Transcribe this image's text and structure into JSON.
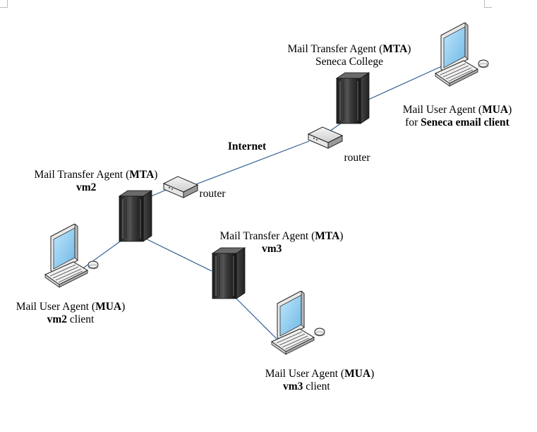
{
  "colors": {
    "link": "#2f5f93",
    "server_dark": "#2b2b2b",
    "screen": "#8fcdf0"
  },
  "labels": {
    "mta_seneca": {
      "pre": "Mail Transfer Agent (",
      "bold": "MTA",
      "post": ")",
      "line2": "Seneca College"
    },
    "mua_seneca": {
      "pre": "Mail User Agent (",
      "bold": "MUA",
      "post": ")",
      "line2_pre": "for ",
      "line2_bold": "Seneca email client"
    },
    "internet": "Internet",
    "router_top": "router",
    "router_left": "router",
    "mta_vm2": {
      "pre": "Mail Transfer Agent (",
      "bold": "MTA",
      "post": ")",
      "line2_bold": "vm2"
    },
    "mta_vm3": {
      "pre": "Mail Transfer Agent (",
      "bold": "MTA",
      "post": ")",
      "line2_bold": "vm3"
    },
    "mua_vm2": {
      "pre": "Mail User Agent (",
      "bold": "MUA",
      "post": ")",
      "line2_bold": "vm2",
      "line2_post": " client"
    },
    "mua_vm3": {
      "pre": "Mail User Agent (",
      "bold": "MUA",
      "post": ")",
      "line2_bold": "vm3",
      "line2_post": " client"
    }
  },
  "icons": {
    "server": "server-tower-icon",
    "router": "router-icon",
    "workstation": "desktop-computer-icon"
  }
}
